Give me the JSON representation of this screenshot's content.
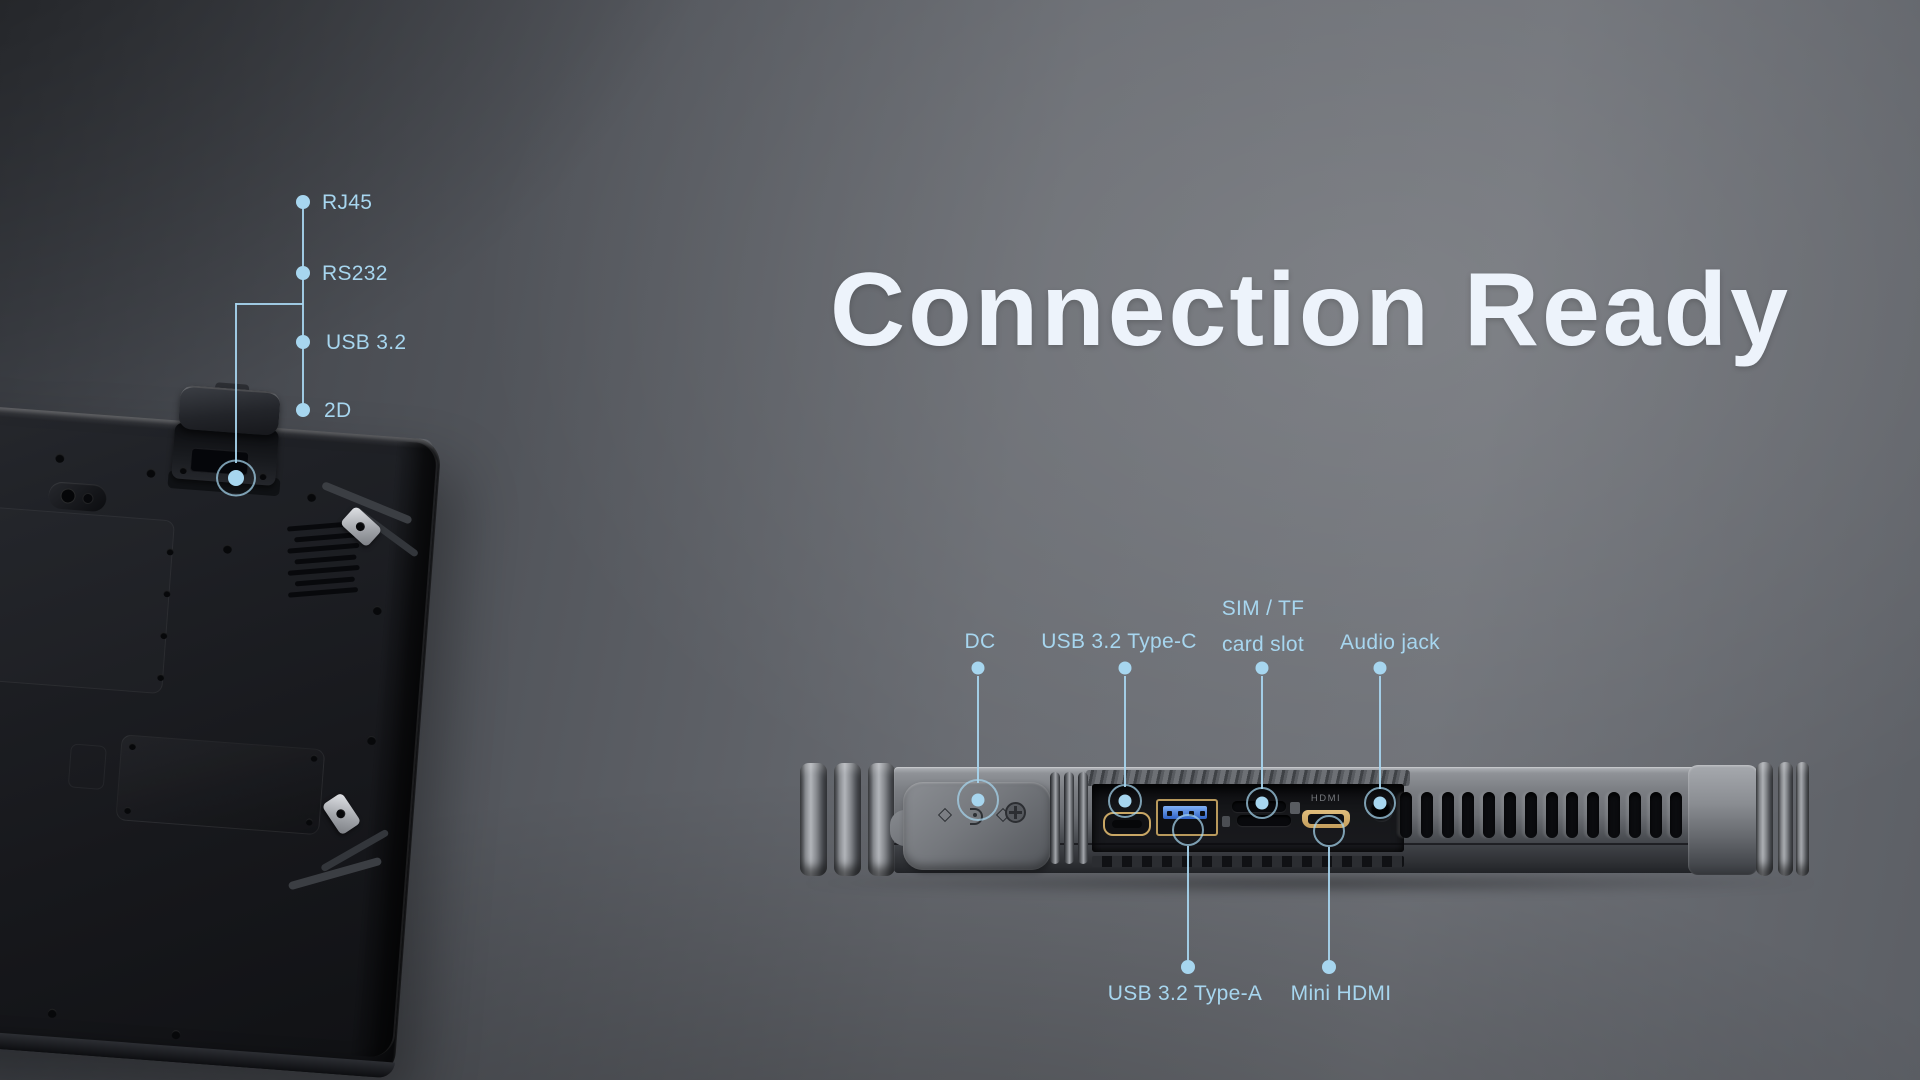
{
  "section_title": "Connection Ready",
  "back_view": {
    "callout_labels": [
      {
        "label": "RJ45"
      },
      {
        "label": "RS232"
      },
      {
        "label": "USB 3.2"
      },
      {
        "label": "2D"
      }
    ],
    "target": "scanner-module"
  },
  "bottom_view": {
    "top_callouts": [
      {
        "label": "DC"
      },
      {
        "label": "USB 3.2 Type-C"
      },
      {
        "label": "SIM / TF",
        "label_line2": "card slot"
      },
      {
        "label": "Audio jack"
      }
    ],
    "bottom_callouts": [
      {
        "label": "USB 3.2 Type-A"
      },
      {
        "label": "Mini HDMI"
      }
    ],
    "engraving": {
      "hdmi_port": "HDMI"
    }
  },
  "colors": {
    "callout_accent": "#a7d6ef",
    "title_color": "#edf3fb",
    "usb_a_tongue": "#2f62c4",
    "port_rim_gold": "#c9a765",
    "background_mid": "#6e7177",
    "background_dark": "#17181c"
  }
}
